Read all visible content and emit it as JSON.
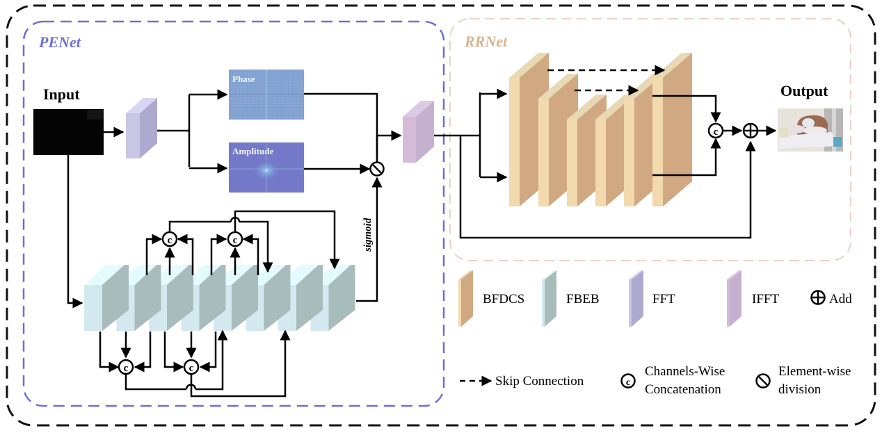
{
  "diagram": {
    "penet": {
      "title": "PENet",
      "input_label": "Input",
      "phase_label": "Phase",
      "amplitude_label": "Amplitude",
      "sigmoid_label": "sigmoid",
      "concat_glyph": "c"
    },
    "rrnet": {
      "title": "RRNet",
      "output_label": "Output",
      "concat_glyph": "c"
    },
    "legend": {
      "items": [
        {
          "label": "BFDCS",
          "kind": "block",
          "front": "#f2d9ae",
          "side": "#d0a982",
          "top": "#e8d8b4"
        },
        {
          "label": "FBEB",
          "kind": "block",
          "front": "#d4e8f0",
          "side": "#a9bcbc",
          "top": "#e3fbfd"
        },
        {
          "label": "FFT",
          "kind": "block",
          "front": "#c9c6e6",
          "side": "#aea9cf",
          "top": "#d8d6f2"
        },
        {
          "label": "IFFT",
          "kind": "block",
          "front": "#d4bcd8",
          "side": "#c6b0cf",
          "top": "#dccae2"
        },
        {
          "label": "Add",
          "kind": "add-symbol"
        }
      ],
      "skip_connection": "Skip Connection",
      "concat_line1": "Channels-Wise",
      "concat_line2": "Concatenation",
      "division_line1": "Element-wise",
      "division_line2": "division"
    },
    "colors": {
      "penet_border": "#6d6fd4",
      "penet_title": "#6d6fd4",
      "rrnet_border": "#e9d3c8",
      "rrnet_title": "#d8b48f",
      "outer_border": "#111111"
    }
  }
}
